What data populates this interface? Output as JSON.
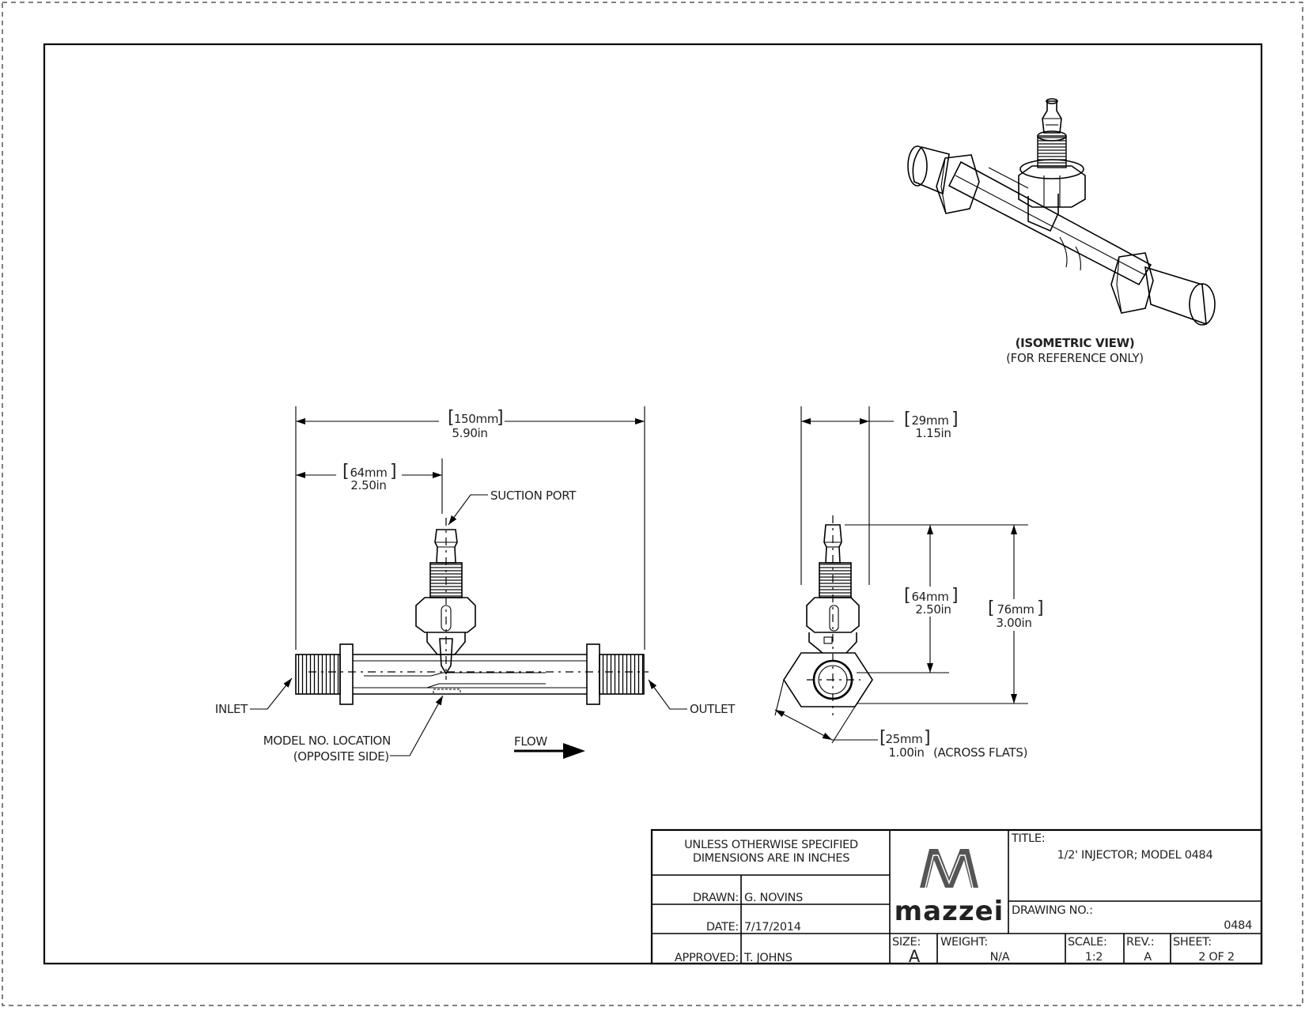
{
  "views": {
    "isometric_title": "(ISOMETRIC VIEW)",
    "isometric_subtitle": "(FOR REFERENCE ONLY)"
  },
  "front_view": {
    "overall_mm": "150mm",
    "overall_in": "5.90in",
    "port_offset_mm": "64mm",
    "port_offset_in": "2.50in",
    "suction_label": "SUCTION PORT",
    "inlet_label": "INLET",
    "outlet_label": "OUTLET",
    "model_loc_line1": "MODEL NO. LOCATION",
    "model_loc_line2": "(OPPOSITE SIDE)",
    "flow_label": "FLOW"
  },
  "side_view": {
    "width_mm": "29mm",
    "width_in": "1.15in",
    "height1_mm": "64mm",
    "height1_in": "2.50in",
    "height2_mm": "76mm",
    "height2_in": "3.00in",
    "flats_mm": "25mm",
    "flats_in": "1.00in",
    "flats_note": "(ACROSS FLATS)"
  },
  "title_block": {
    "spec_line1": "UNLESS OTHERWISE SPECIFIED",
    "spec_line2": "DIMENSIONS ARE IN INCHES",
    "drawn_label": "DRAWN:",
    "drawn_value": "G. NOVINS",
    "date_label": "DATE:",
    "date_value": "7/17/2014",
    "approved_label": "APPROVED:",
    "approved_value": "T. JOHNS",
    "logo_text": "mazzei",
    "title_label": "TITLE:",
    "title_value": "1/2' INJECTOR; MODEL 0484",
    "drawing_no_label": "DRAWING NO.:",
    "drawing_no_value": "0484",
    "size_label": "SIZE:",
    "size_value": "A",
    "weight_label": "WEIGHT:",
    "weight_value": "N/A",
    "scale_label": "SCALE:",
    "scale_value": "1:2",
    "rev_label": "REV.:",
    "rev_value": "A",
    "sheet_label": "SHEET:",
    "sheet_value": "2 OF 2"
  }
}
